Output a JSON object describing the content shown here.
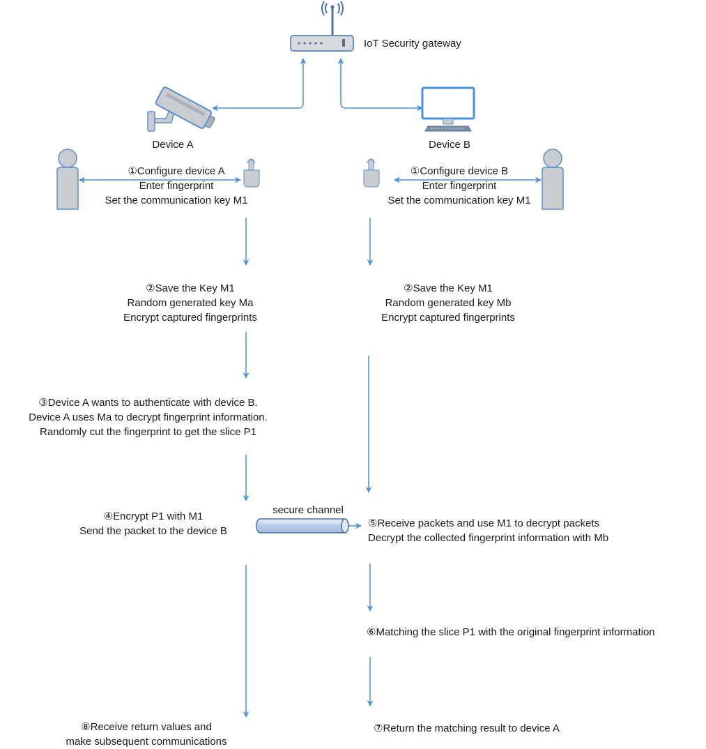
{
  "gateway_label": "IoT Security gateway",
  "device_a_label": "Device A",
  "device_b_label": "Device B",
  "secure_channel_label": "secure channel",
  "colors": {
    "arrow": "#4a90d9",
    "icon_fill": "#c9ccd1",
    "icon_stroke": "#5b8fc9",
    "pipe_fill": "#c5d7ef",
    "pipe_stroke": "#4a6fa5"
  },
  "steps": {
    "config_a": [
      "①Configure device A",
      "Enter fingerprint",
      "Set the communication key M1"
    ],
    "config_b": [
      "①Configure device B",
      "Enter fingerprint",
      "Set the communication key M1"
    ],
    "save_a": [
      "②Save the Key M1",
      "Random generated key Ma",
      "Encrypt captured fingerprints"
    ],
    "save_b": [
      "②Save the Key M1",
      "Random generated key Mb",
      "Encrypt captured fingerprints"
    ],
    "auth_a": [
      "③Device A wants to authenticate with device B.",
      "Device A uses Ma to decrypt fingerprint information.",
      "Randomly cut the fingerprint to get the slice P1"
    ],
    "encrypt_a": [
      "④Encrypt P1 with M1",
      "Send the packet to the device B"
    ],
    "receive_b": [
      "⑤Receive packets and use M1 to decrypt packets",
      "Decrypt the collected fingerprint information with Mb"
    ],
    "match_b": [
      "⑥Matching the slice P1 with the original fingerprint information"
    ],
    "return_b": [
      "⑦Return the matching result to device A"
    ],
    "final_a": [
      "⑧Receive return values and",
      "make subsequent communications"
    ]
  },
  "icons": [
    "router-icon",
    "security-camera-icon",
    "monitor-icon",
    "person-icon",
    "fingerprint-hand-icon"
  ]
}
